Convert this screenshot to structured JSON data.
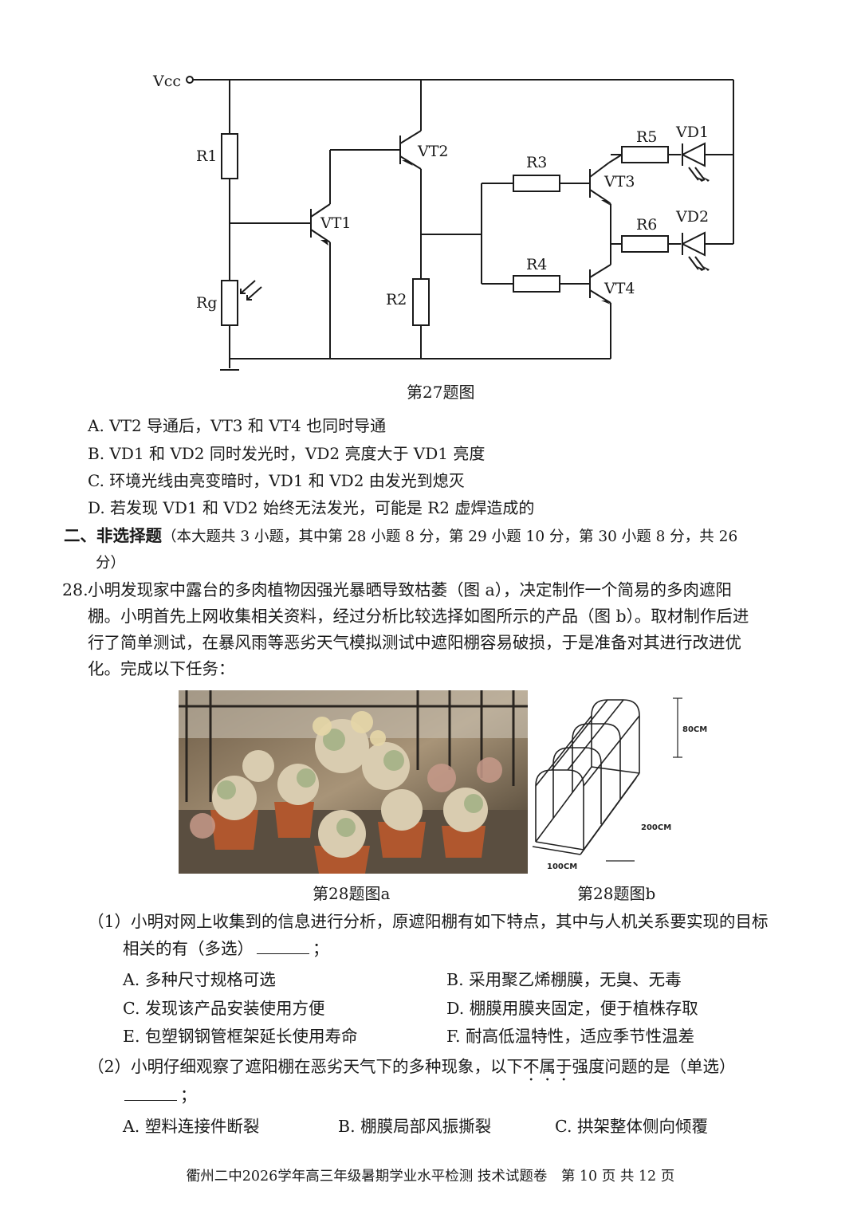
{
  "q27": {
    "figure_caption": "第27题图",
    "labels": {
      "vcc": "Vcc",
      "r1": "R1",
      "rg": "Rg",
      "vt1": "VT1",
      "vt2": "VT2",
      "r2": "R2",
      "r3": "R3",
      "r4": "R4",
      "vt3": "VT3",
      "vt4": "VT4",
      "r5": "R5",
      "r6": "R6",
      "vd1": "VD1",
      "vd2": "VD2"
    },
    "options": [
      "A. VT2 导通后，VT3 和 VT4 也同时导通",
      "B. VD1 和 VD2 同时发光时，VD2 亮度大于 VD1 亮度",
      "C. 环境光线由亮变暗时，VD1 和 VD2 由发光到熄灭",
      "D. 若发现 VD1 和 VD2 始终无法发光，可能是 R2 虚焊造成的"
    ]
  },
  "section2": {
    "title": "二、非选择题",
    "note_line1": "（本大题共 3 小题，其中第 28 小题 8 分，第 29 小题 10 分，第 30 小题 8 分，共 26",
    "note_line2": "分）"
  },
  "q28": {
    "number": "28.",
    "stem_lines": [
      "小明发现家中露台的多肉植物因强光暴晒导致枯萎（图 a），决定制作一个简易的多肉遮阳",
      "棚。小明首先上网收集相关资料，经过分析比较选择如图所示的产品（图 b）。取材制作后进",
      "行了简单测试，在暴风雨等恶劣天气模拟测试中遮阳棚容易破损，于是准备对其进行改进优",
      "化。完成以下任务："
    ],
    "fig_a_caption": "第28题图a",
    "fig_b_caption": "第28题图b",
    "dims": {
      "height": "80CM",
      "length": "200CM",
      "width": "100CM"
    },
    "sub1": {
      "line1": "（1）小明对网上收集到的信息进行分析，原遮阳棚有如下特点，其中与人机关系要实现的目标",
      "line2_pre": "相关的有（多选）",
      "line2_post": "；",
      "options": [
        "A. 多种尺寸规格可选",
        "B. 采用聚乙烯棚膜，无臭、无毒",
        "C. 发现该产品安装使用方便",
        "D. 棚膜用膜夹固定，便于植株存取",
        "E. 包塑钢钢管框架延长使用寿命",
        "F. 耐高低温特性，适应季节性温差"
      ]
    },
    "sub2": {
      "line1_pre": "（2）小明仔细观察了遮阳棚在恶劣天气下的多种现象，以下",
      "line1_emph": "不属于",
      "line1_post": "强度问题的是（单选）",
      "line2_post": "；",
      "options": [
        "A. 塑料连接件断裂",
        "B. 棚膜局部风振撕裂",
        "C. 拱架整体侧向倾覆"
      ]
    }
  },
  "footer": "衢州二中2026学年高三年级暑期学业水平检测 技术试题卷　第 10 页 共 12 页"
}
